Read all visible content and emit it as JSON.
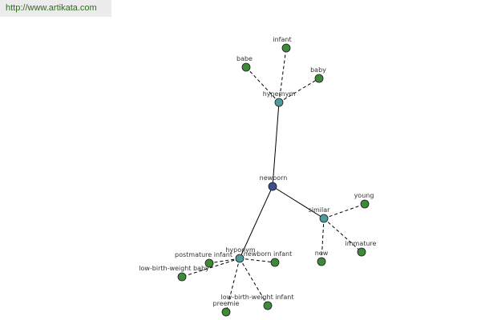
{
  "source_link": "http://www.artikata.com",
  "colors": {
    "background": "#ffffff",
    "watermark_bg": "#ececec",
    "link": "#2f6a1d",
    "edge": "#000000",
    "root_node": "#3a4f8c",
    "relation_node": "#4f9a9a",
    "word_node": "#3f8a3a",
    "label": "#333333"
  },
  "graph": {
    "root": {
      "id": "newborn",
      "label": "newborn",
      "kind": "root-node"
    },
    "relations": [
      {
        "id": "hypernym",
        "label": "hypernym",
        "kind": "relation-node"
      },
      {
        "id": "similar",
        "label": "similar",
        "kind": "relation-node"
      },
      {
        "id": "hyponym",
        "label": "hyponym",
        "kind": "relation-node"
      }
    ],
    "words": [
      {
        "id": "infant",
        "label": "infant",
        "relation": "hypernym"
      },
      {
        "id": "babe",
        "label": "babe",
        "relation": "hypernym"
      },
      {
        "id": "baby",
        "label": "baby",
        "relation": "hypernym"
      },
      {
        "id": "young",
        "label": "young",
        "relation": "similar"
      },
      {
        "id": "new",
        "label": "new",
        "relation": "similar"
      },
      {
        "id": "immature",
        "label": "immature",
        "relation": "similar"
      },
      {
        "id": "postmature-infant",
        "label": "postmature infant",
        "relation": "hyponym"
      },
      {
        "id": "newborn-infant",
        "label": "newborn infant",
        "relation": "hyponym"
      },
      {
        "id": "low-birth-weight-baby",
        "label": "low-birth-weight baby",
        "relation": "hyponym"
      },
      {
        "id": "low-birth-weight-infant",
        "label": "low-birth-weight infant",
        "relation": "hyponym"
      },
      {
        "id": "preemie",
        "label": "preemie",
        "relation": "hyponym"
      }
    ]
  }
}
